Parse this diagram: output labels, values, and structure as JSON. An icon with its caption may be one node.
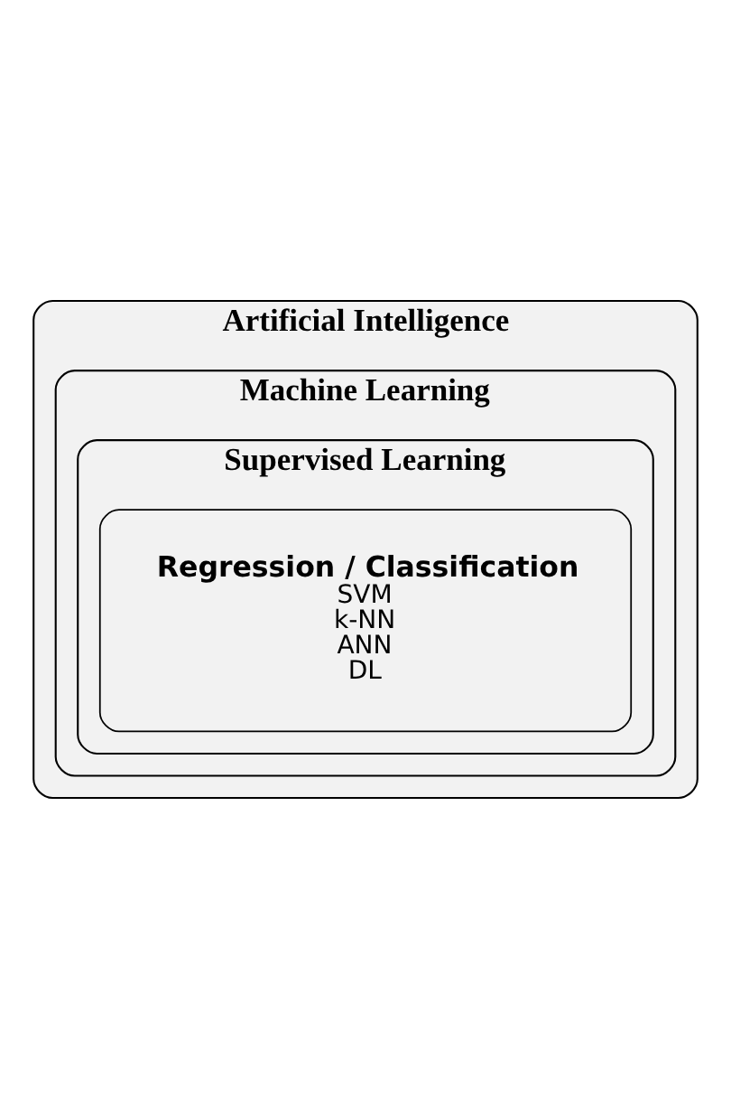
{
  "diagram": {
    "nodes": [
      {
        "text": [
          "Artificial Intelligence"
        ]
      },
      {
        "text": [
          "Machine Learning"
        ],
        "in": 0
      },
      {
        "text": [
          "Supervised Learning"
        ],
        "in": 1
      },
      {
        "text": [
          "Regression / Classification",
          "SVM",
          "k-NN",
          "ANN",
          "DL"
        ],
        "in": 2
      }
    ]
  }
}
